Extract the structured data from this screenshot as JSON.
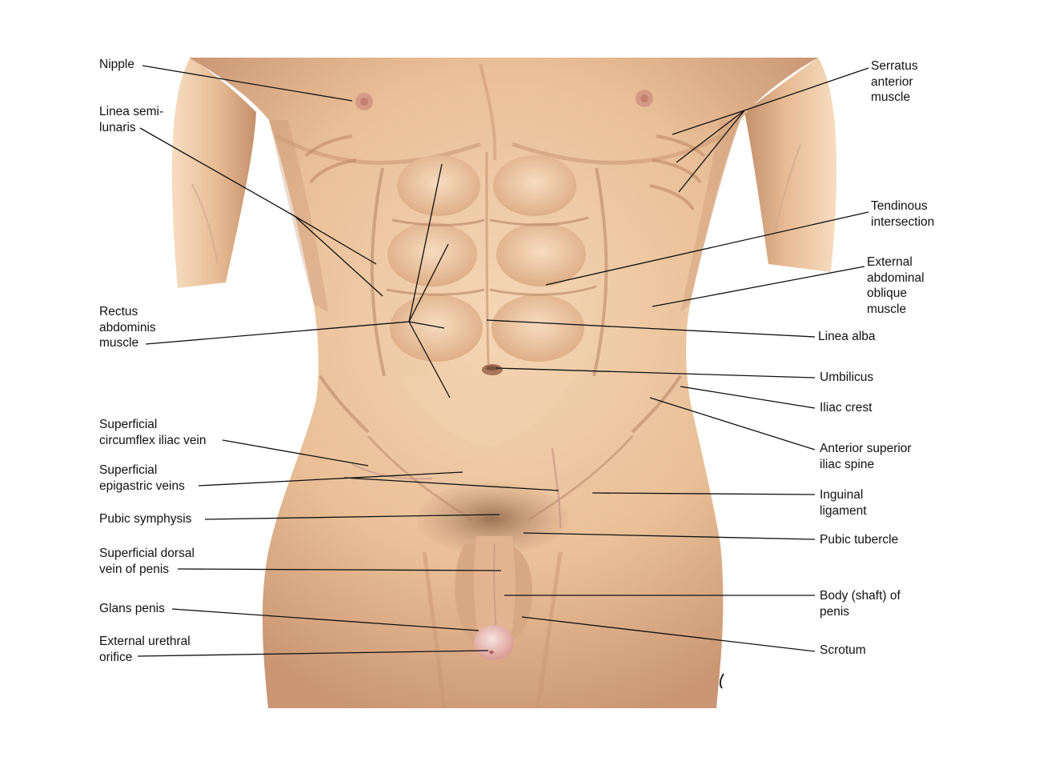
{
  "colors": {
    "skin": "#e9bf97",
    "skin_light": "#f4d6b6",
    "skin_shadow": "#c99573",
    "skin_deep": "#b07e5e",
    "hair": "#9a7355",
    "glans": "#eec5c0",
    "leader_line": "#111111"
  },
  "labels": {
    "nipple": [
      "Nipple"
    ],
    "linea_semilunaris": [
      "Linea semi-",
      "lunaris"
    ],
    "rectus_abdominis": [
      "Rectus",
      "abdominis",
      "muscle"
    ],
    "superficial_circumflex_iliac_vein": [
      "Superficial",
      "circumflex iliac vein"
    ],
    "superficial_epigastric_veins": [
      "Superficial",
      "epigastric veins"
    ],
    "pubic_symphysis": [
      "Pubic symphysis"
    ],
    "superficial_dorsal_vein": [
      "Superficial dorsal",
      "vein of penis"
    ],
    "glans_penis": [
      "Glans penis"
    ],
    "external_urethral_orifice": [
      "External urethral",
      "orifice"
    ],
    "serratus_anterior": [
      "Serratus",
      "anterior",
      "muscle"
    ],
    "tendinous_intersection": [
      "Tendinous",
      "intersection"
    ],
    "external_abdominal_oblique": [
      "External",
      "abdominal",
      "oblique",
      "muscle"
    ],
    "linea_alba": [
      "Linea alba"
    ],
    "umbilicus": [
      "Umbilicus"
    ],
    "iliac_crest": [
      "Iliac crest"
    ],
    "anterior_superior_iliac_spine": [
      "Anterior superior",
      "iliac spine"
    ],
    "inguinal_ligament": [
      "Inguinal",
      "ligament"
    ],
    "pubic_tubercle": [
      "Pubic tubercle"
    ],
    "body_of_penis": [
      "Body (shaft) of",
      "penis"
    ],
    "scrotum": [
      "Scrotum"
    ]
  }
}
